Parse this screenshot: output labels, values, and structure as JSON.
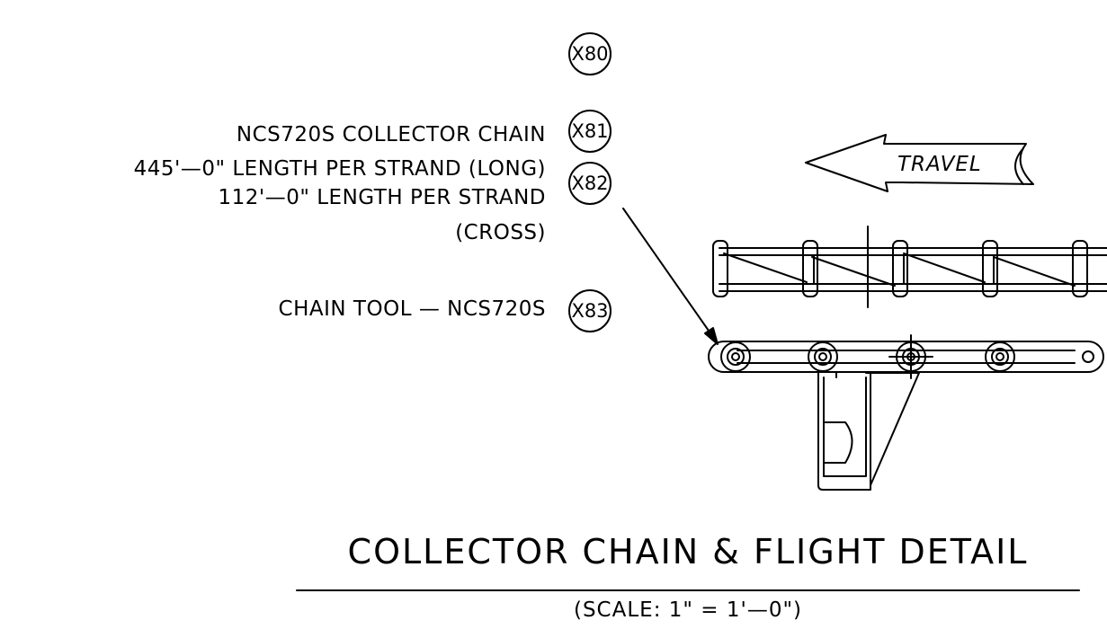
{
  "bubbles": [
    "X80",
    "X81",
    "X82",
    "X83"
  ],
  "notes": {
    "line1": "NCS720S COLLECTOR CHAIN",
    "line2": "445'—0\" LENGTH PER STRAND (LONG)",
    "line3": "112'—0\" LENGTH PER STRAND",
    "line4": "(CROSS)",
    "tool": "CHAIN TOOL — NCS720S"
  },
  "arrow_label": "TRAVEL",
  "title": "COLLECTOR CHAIN & FLIGHT DETAIL",
  "scale": "(SCALE: 1\" = 1'—0\")"
}
